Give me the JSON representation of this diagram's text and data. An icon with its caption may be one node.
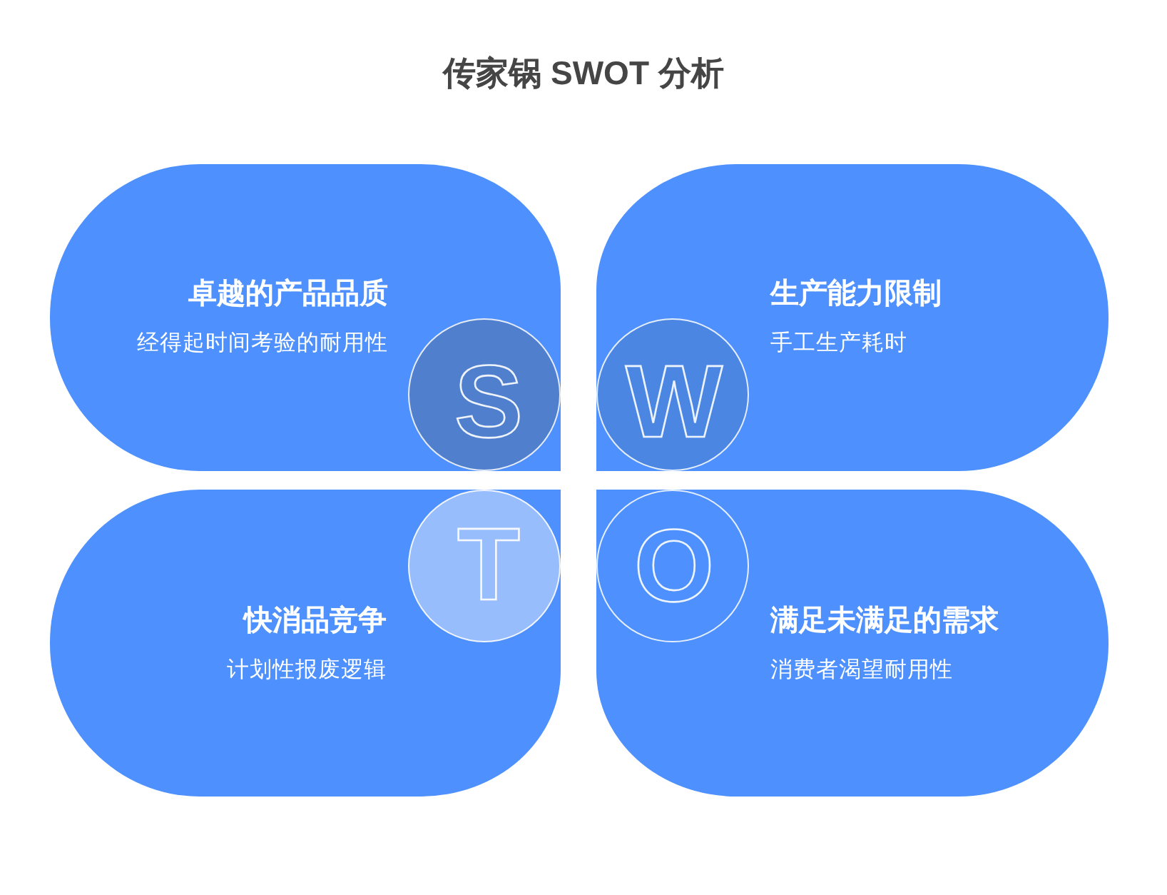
{
  "diagram": {
    "title": "传家锅 SWOT 分析",
    "nodes": [
      {
        "text": [
          "卓越的产品品质",
          "经得起时间考验的耐用性"
        ]
      },
      {
        "text": [
          "S"
        ],
        "in": 0
      },
      {
        "text": [
          "生产能力限制",
          "手工生产耗时"
        ]
      },
      {
        "text": [
          "W"
        ],
        "in": 2
      },
      {
        "text": [
          "快消品竞争",
          "计划性报废逻辑"
        ]
      },
      {
        "text": [
          "T"
        ],
        "in": 4
      },
      {
        "text": [
          "满足未满足的需求",
          "消费者渴望耐用性"
        ]
      },
      {
        "text": [
          "O"
        ],
        "in": 6
      }
    ]
  }
}
